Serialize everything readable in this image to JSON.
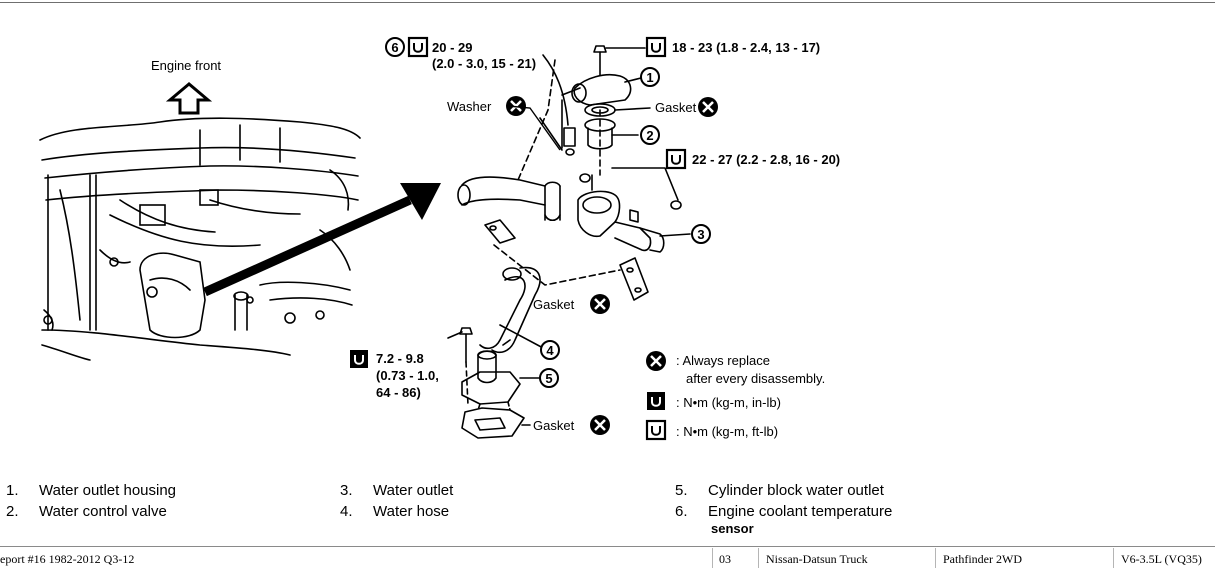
{
  "diagram": {
    "engine_front_label": "Engine front",
    "torque_6_a": "20 - 29",
    "torque_6_b": "(2.0 - 3.0, 15 - 21)",
    "torque_top": "18 - 23 (1.8 - 2.4, 13 - 17)",
    "torque_mid": "22 - 27 (2.2 - 2.8, 16 - 20)",
    "torque_bolt_a": "7.2 - 9.8",
    "torque_bolt_b": "(0.73 - 1.0,",
    "torque_bolt_c": "64 - 86)",
    "washer_label": "Washer",
    "gasket_label": "Gasket",
    "callouts": [
      "1",
      "2",
      "3",
      "4",
      "5",
      "6"
    ],
    "key": {
      "always_replace_a": ": Always replace",
      "always_replace_b": "after every disassembly.",
      "nm_inlb": ": N•m (kg-m, in-lb)",
      "nm_ftlb": ": N•m (kg-m, ft-lb)"
    }
  },
  "legend": [
    {
      "num": "1.",
      "text": "Water outlet housing"
    },
    {
      "num": "2.",
      "text": "Water control valve"
    },
    {
      "num": "3.",
      "text": "Water outlet"
    },
    {
      "num": "4.",
      "text": "Water hose"
    },
    {
      "num": "5.",
      "text": "Cylinder block water outlet"
    },
    {
      "num": "6.",
      "text": "Engine coolant temperature"
    },
    {
      "num": "",
      "text": "sensor"
    }
  ],
  "footer": {
    "source": "eport #16 1982-2012 Q3-12",
    "section": "03",
    "make": "Nissan-Datsun Truck",
    "model": "Pathfinder 2WD",
    "engine": "V6-3.5L (VQ35)"
  }
}
